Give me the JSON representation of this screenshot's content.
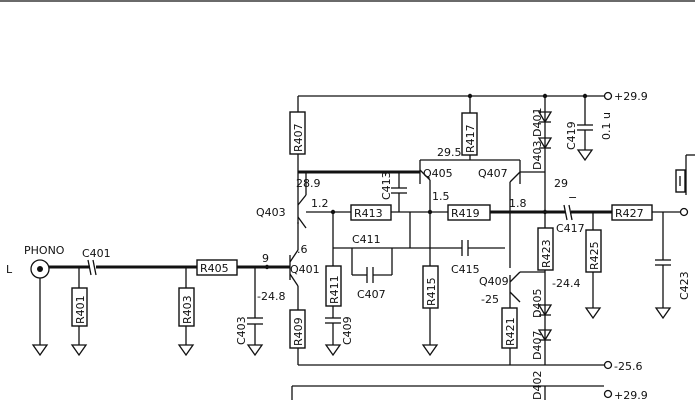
{
  "labels": {
    "input_letter": "L",
    "phono": "PHONO",
    "supply_pos_top": "+29.9",
    "supply_neg": "-25.6",
    "supply_pos_bottom": "+29.9",
    "cap_value": "0.1 u",
    "v_q405_collector": "29.5",
    "v_q403_collector": "28.9",
    "v_q403_emitter": "1.2",
    "v_q401_base": ".6",
    "v_q401_emitter": "-24.8",
    "v_r413_junction": "1.5",
    "v_output": "1.8",
    "v_supply_29": "29",
    "v_q409_emitter": "-24.4",
    "v_q409_base": "-25"
  },
  "components": {
    "c401": "C401",
    "r401": "R401",
    "r403": "R403",
    "r405": "R405",
    "c403": "C403",
    "r409": "R409",
    "q401": "Q401",
    "q403": "Q403",
    "r407": "R407",
    "r413": "R413",
    "c411": "C411",
    "c407": "C407",
    "c413": "C413",
    "r411": "R411",
    "c409": "C409",
    "q405": "Q405",
    "q407": "Q407",
    "r417": "R417",
    "r415": "R415",
    "c415": "C415",
    "r419": "R419",
    "q409": "Q409",
    "r421": "R421",
    "d401": "D401",
    "d403": "D403",
    "d405": "D405",
    "d407": "D407",
    "c419": "C419",
    "r423": "R423",
    "r425": "R425",
    "c417": "C417",
    "r427": "R427",
    "c423": "C423",
    "d402": "D402"
  }
}
